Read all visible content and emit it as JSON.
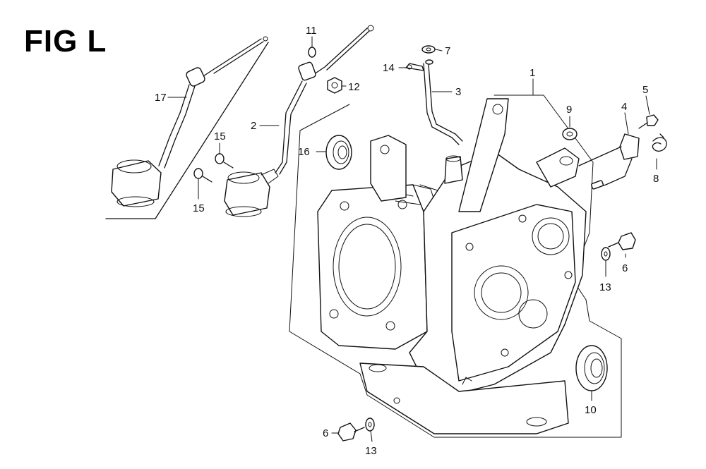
{
  "figure": {
    "title": "FIG L"
  },
  "callouts": [
    {
      "label": "1"
    },
    {
      "label": "2"
    },
    {
      "label": "3"
    },
    {
      "label": "4"
    },
    {
      "label": "5"
    },
    {
      "label": "6"
    },
    {
      "label": "6"
    },
    {
      "label": "7"
    },
    {
      "label": "8"
    },
    {
      "label": "9"
    },
    {
      "label": "10"
    },
    {
      "label": "11"
    },
    {
      "label": "12"
    },
    {
      "label": "13"
    },
    {
      "label": "13"
    },
    {
      "label": "14"
    },
    {
      "label": "15"
    },
    {
      "label": "15"
    },
    {
      "label": "16"
    },
    {
      "label": "17"
    }
  ]
}
